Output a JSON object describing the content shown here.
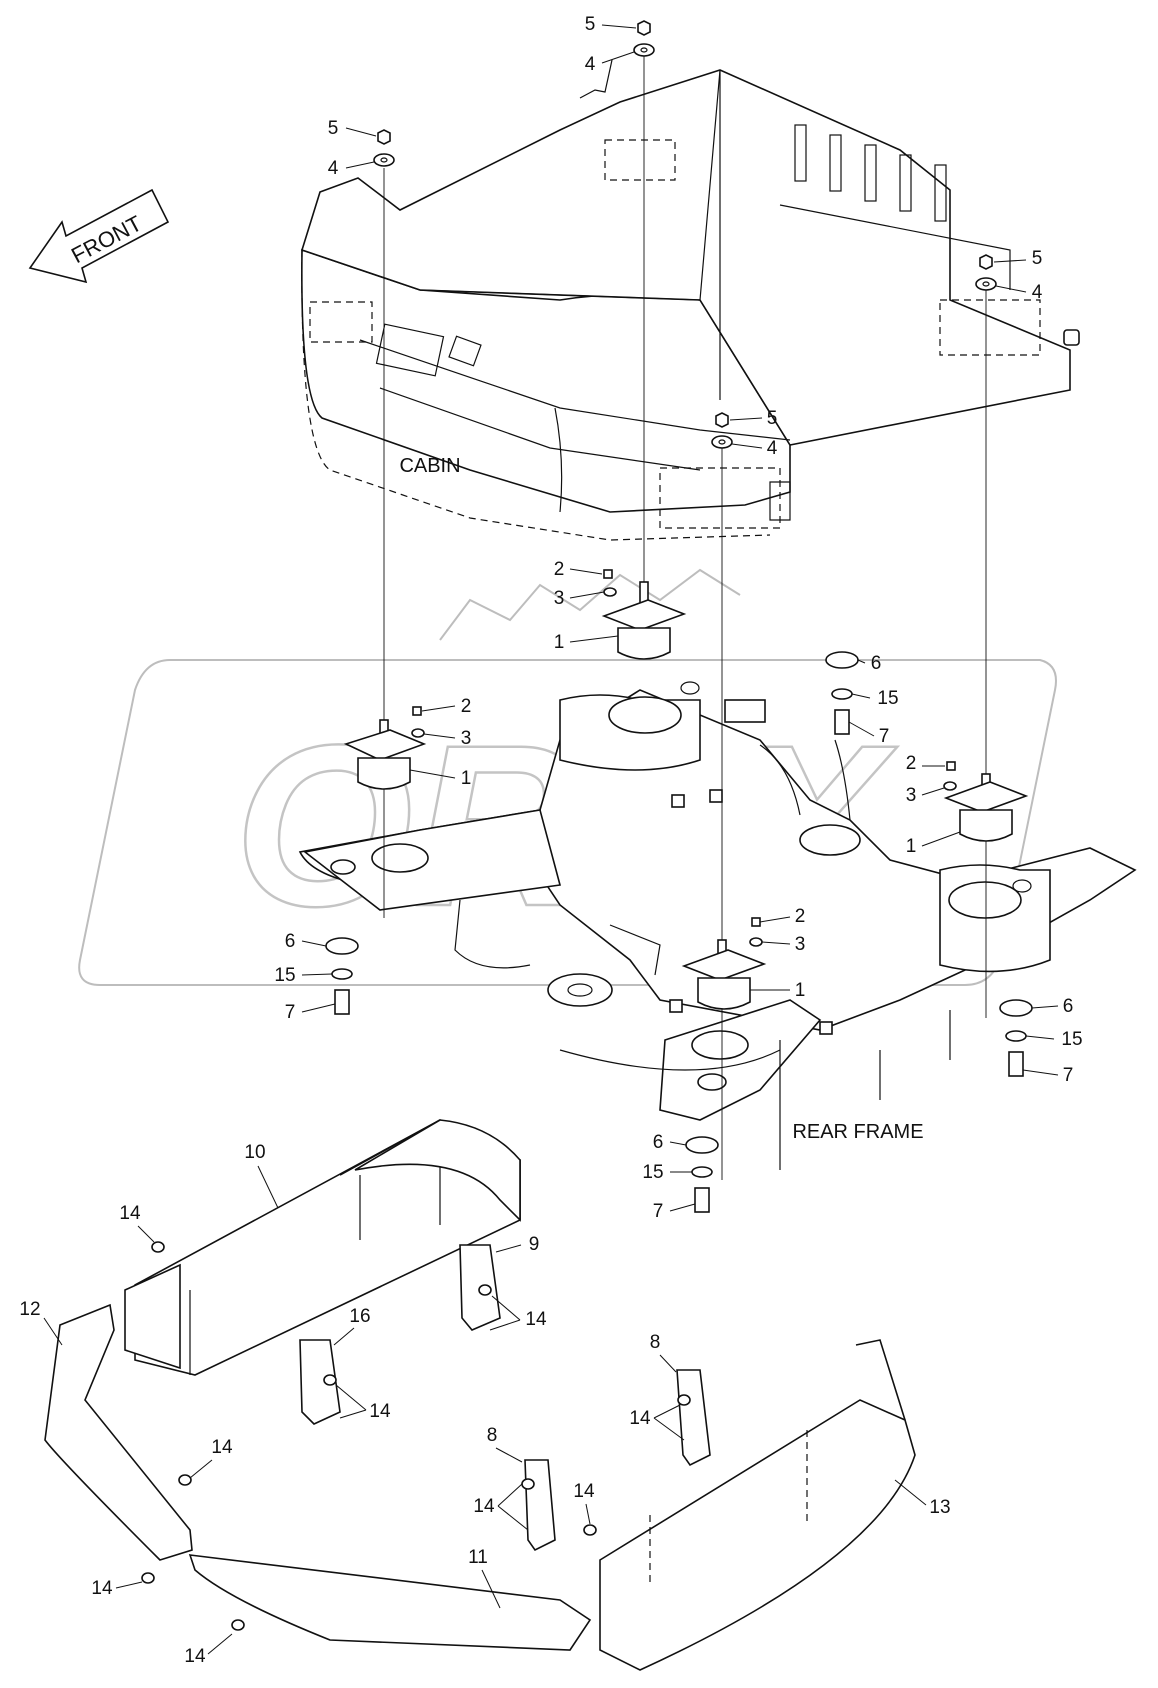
{
  "labels": {
    "front": "FRONT",
    "cabin": "CABIN",
    "rear_frame": "REAR FRAME",
    "watermark": "OREX"
  },
  "callouts": [
    {
      "n": "5"
    },
    {
      "n": "4"
    },
    {
      "n": "5"
    },
    {
      "n": "4"
    },
    {
      "n": "5"
    },
    {
      "n": "4"
    },
    {
      "n": "5"
    },
    {
      "n": "4"
    },
    {
      "n": "2"
    },
    {
      "n": "3"
    },
    {
      "n": "1"
    },
    {
      "n": "2"
    },
    {
      "n": "3"
    },
    {
      "n": "1"
    },
    {
      "n": "6"
    },
    {
      "n": "15"
    },
    {
      "n": "7"
    },
    {
      "n": "2"
    },
    {
      "n": "3"
    },
    {
      "n": "1"
    },
    {
      "n": "6"
    },
    {
      "n": "15"
    },
    {
      "n": "7"
    },
    {
      "n": "2"
    },
    {
      "n": "3"
    },
    {
      "n": "1"
    },
    {
      "n": "6"
    },
    {
      "n": "15"
    },
    {
      "n": "7"
    },
    {
      "n": "6"
    },
    {
      "n": "15"
    },
    {
      "n": "7"
    },
    {
      "n": "10"
    },
    {
      "n": "14"
    },
    {
      "n": "9"
    },
    {
      "n": "14"
    },
    {
      "n": "12"
    },
    {
      "n": "16"
    },
    {
      "n": "14"
    },
    {
      "n": "8"
    },
    {
      "n": "14"
    },
    {
      "n": "14"
    },
    {
      "n": "8"
    },
    {
      "n": "14"
    },
    {
      "n": "14"
    },
    {
      "n": "13"
    },
    {
      "n": "11"
    },
    {
      "n": "14"
    },
    {
      "n": "14"
    }
  ]
}
